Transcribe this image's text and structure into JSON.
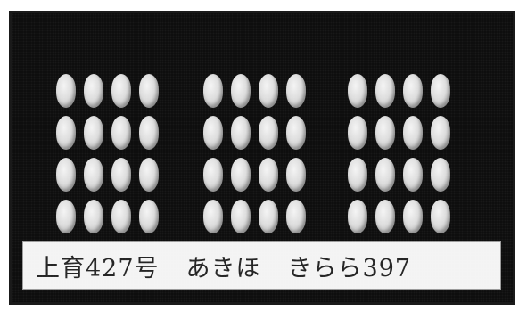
{
  "photo": {
    "background_color": "#0c0c0c",
    "grain_color": "#d8d8d8",
    "groups": [
      {
        "variety": "上育427号",
        "rows": 4,
        "cols": 4
      },
      {
        "variety": "あきほ",
        "rows": 4,
        "cols": 4
      },
      {
        "variety": "きらら397",
        "rows": 4,
        "cols": 4
      }
    ]
  },
  "caption": {
    "label_1": "上育427号",
    "label_2": "あきほ",
    "label_3": "きらら397"
  }
}
